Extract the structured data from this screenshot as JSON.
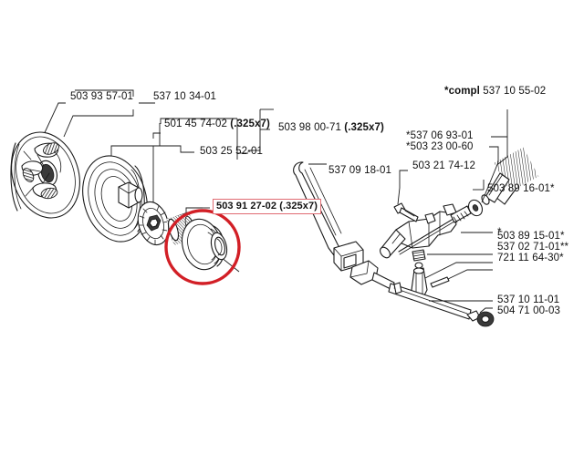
{
  "diagram": {
    "title": "Husqvarna chainsaw clutch and sprocket exploded parts diagram",
    "background_color": "#ffffff",
    "line_color": "#1a1a1a",
    "highlight_border_color": "#e06b72",
    "highlight_circle_color": "#d21f26"
  },
  "labels": {
    "clutch_spring": "503 93 57-01",
    "clutch_assembly": "537 10 34-01",
    "rim_sprocket": "501 45 74-02",
    "rim_sprocket_spec": "(.325x7)",
    "needle_bearing": "503 25 52-01",
    "drum_assembly_right": "503 98 00-71",
    "drum_assembly_right_spec": "(.325x7)",
    "highlighted_part": "503 91 27-02",
    "highlighted_part_spec": "(.325x7)",
    "compl_prefix": "*compl",
    "compl_number": "537 10 55-02",
    "lever_arm": "537 09 18-01",
    "screw_left": "503 21 74-12",
    "washer_star": "*537 06 93-01",
    "washer_small": "*503 23 00-60",
    "knob_shaft": "503 89 16-01*",
    "spring_upper": "503 89 15-01*",
    "tension_screw": "537 02 71-01**",
    "pin": "721 11 64-30*",
    "bar_stud": "537 10 11-01",
    "nut_end": "504 71 00-03",
    "unnamed_asterisk": "*"
  }
}
